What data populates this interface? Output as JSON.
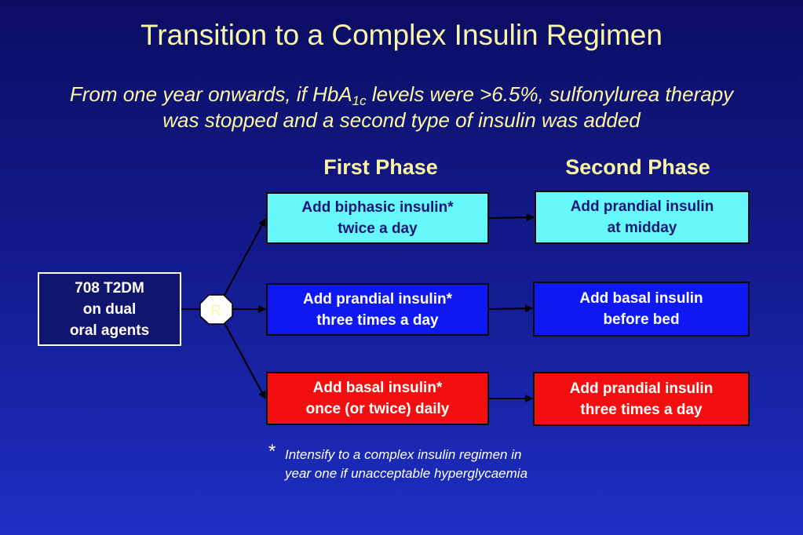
{
  "title": "Transition to a Complex Insulin Regimen",
  "subtitle": {
    "line1_before": "From one year onwards, if HbA",
    "line1_sub": "1c",
    "line1_after": " levels were >6.5%, sulfonylurea therapy",
    "line2": "was stopped and a second type of insulin was added"
  },
  "phases": {
    "first": "First Phase",
    "second": "Second Phase"
  },
  "start_box": {
    "lines": [
      "708 T2DM",
      "on dual",
      "oral agents"
    ]
  },
  "randomization_label": "R",
  "first_phase_boxes": [
    {
      "lines": [
        "Add biphasic insulin*",
        "twice a day"
      ],
      "color": "#66f8fb"
    },
    {
      "lines": [
        "Add prandial insulin*",
        "three times a day"
      ],
      "color": "#0d18f2"
    },
    {
      "lines": [
        "Add basal insulin*",
        "once (or twice) daily"
      ],
      "color": "#f30f0f"
    }
  ],
  "second_phase_boxes": [
    {
      "lines": [
        "Add prandial insulin",
        "at midday"
      ],
      "color": "#66f8fb"
    },
    {
      "lines": [
        "Add basal insulin",
        "before bed"
      ],
      "color": "#0d18f2"
    },
    {
      "lines": [
        "Add prandial insulin",
        "three times a day"
      ],
      "color": "#f30f0f"
    }
  ],
  "footnote": {
    "marker": "*",
    "lines": [
      "Intensify to a complex insulin regimen in",
      "year one if unacceptable hyperglycaemia"
    ]
  },
  "colors": {
    "text_yellow": "#fbf6a4",
    "background": "#141d93"
  }
}
